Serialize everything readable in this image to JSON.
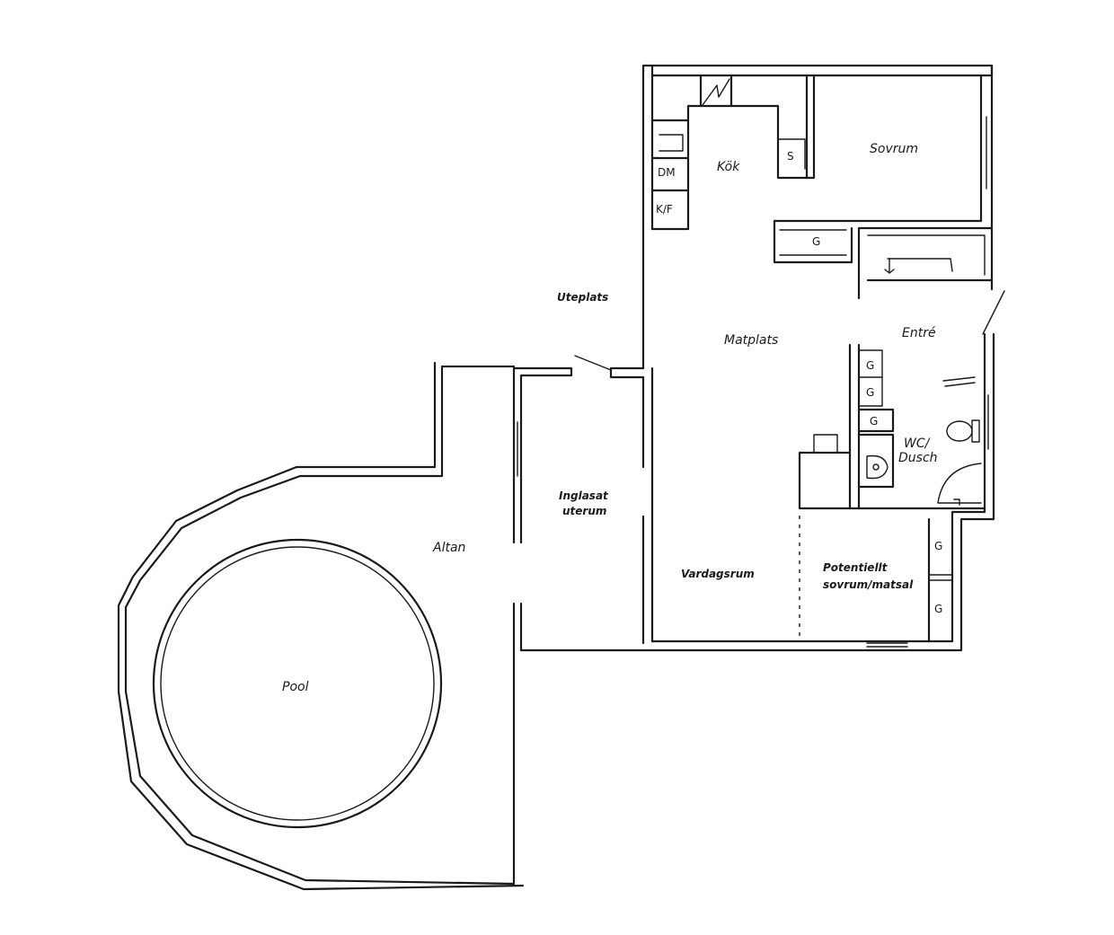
{
  "rooms": {
    "kitchen": "Kök",
    "bedroom": "Sovrum",
    "dining": "Matplats",
    "entrance": "Entré",
    "wc_line1": "WC/",
    "wc_line2": "Dusch",
    "patio": "Uteplats",
    "glazed_line1": "Inglasat",
    "glazed_line2": "uterum",
    "deck": "Altan",
    "pool": "Pool",
    "living": "Vardagsrum",
    "potential_line1": "Potentiellt",
    "potential_line2": "sovrum/matsal"
  },
  "fixtures": {
    "dishwasher": "DM",
    "fridge_freezer": "K/F",
    "storage_s": "S",
    "closet": "G"
  }
}
